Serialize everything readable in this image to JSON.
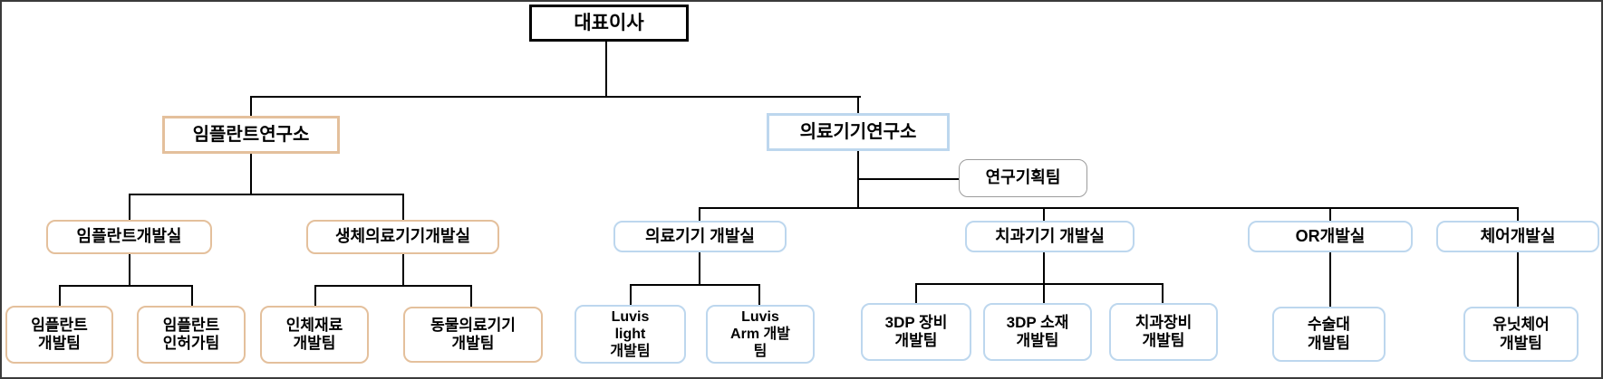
{
  "chart_title": "",
  "colors": {
    "background": "#ffffff",
    "line": "#000000",
    "ceo_border": "#000000",
    "implant_accent": "#e4c09c",
    "medical_accent": "#bdd7ee",
    "planning_accent": "#9c9c9c",
    "text": "#000000"
  },
  "nodes": {
    "ceo": {
      "label": "대표이사"
    },
    "implant_institute": {
      "label": "임플란트연구소"
    },
    "medical_institute": {
      "label": "의료기기연구소"
    },
    "research_planning_team": {
      "label": "연구기획팀"
    },
    "implant_dev_office": {
      "label": "임플란트개발실"
    },
    "bio_medical_device_office": {
      "label": "생체의료기기개발실"
    },
    "medical_device_office": {
      "label": "의료기기 개발실"
    },
    "dental_device_office": {
      "label": "치과기기 개발실"
    },
    "or_office": {
      "label": "OR개발실"
    },
    "chair_office": {
      "label": "체어개발실"
    },
    "implant_dev_team": {
      "label": "임플란트\n개발팀"
    },
    "implant_license_team": {
      "label": "임플란트\n인허가팀"
    },
    "human_material_team": {
      "label": "인체재료\n개발팀"
    },
    "animal_medical_device_team": {
      "label": "동물의료기기\n개발팀"
    },
    "luvis_light_team": {
      "label": "Luvis\nlight\n개발팀"
    },
    "luvis_arm_team": {
      "label": "Luvis\nArm 개발\n팀"
    },
    "threedp_equipment_team": {
      "label": "3DP 장비\n개발팀"
    },
    "threedp_material_team": {
      "label": "3DP 소재\n개발팀"
    },
    "dental_equipment_team": {
      "label": "치과장비\n개발팀"
    },
    "surgery_table_team": {
      "label": "수술대\n개발팀"
    },
    "unit_chair_team": {
      "label": "유닛체어\n개발팀"
    }
  },
  "hierarchy": {
    "ceo": [
      "implant_institute",
      "medical_institute"
    ],
    "implant_institute": [
      "implant_dev_office",
      "bio_medical_device_office"
    ],
    "medical_institute": [
      "research_planning_team",
      "medical_device_office",
      "dental_device_office",
      "or_office",
      "chair_office"
    ],
    "implant_dev_office": [
      "implant_dev_team",
      "implant_license_team"
    ],
    "bio_medical_device_office": [
      "human_material_team",
      "animal_medical_device_team"
    ],
    "medical_device_office": [
      "luvis_light_team",
      "luvis_arm_team"
    ],
    "dental_device_office": [
      "threedp_equipment_team",
      "threedp_material_team",
      "dental_equipment_team"
    ],
    "or_office": [
      "surgery_table_team"
    ],
    "chair_office": [
      "unit_chair_team"
    ]
  }
}
